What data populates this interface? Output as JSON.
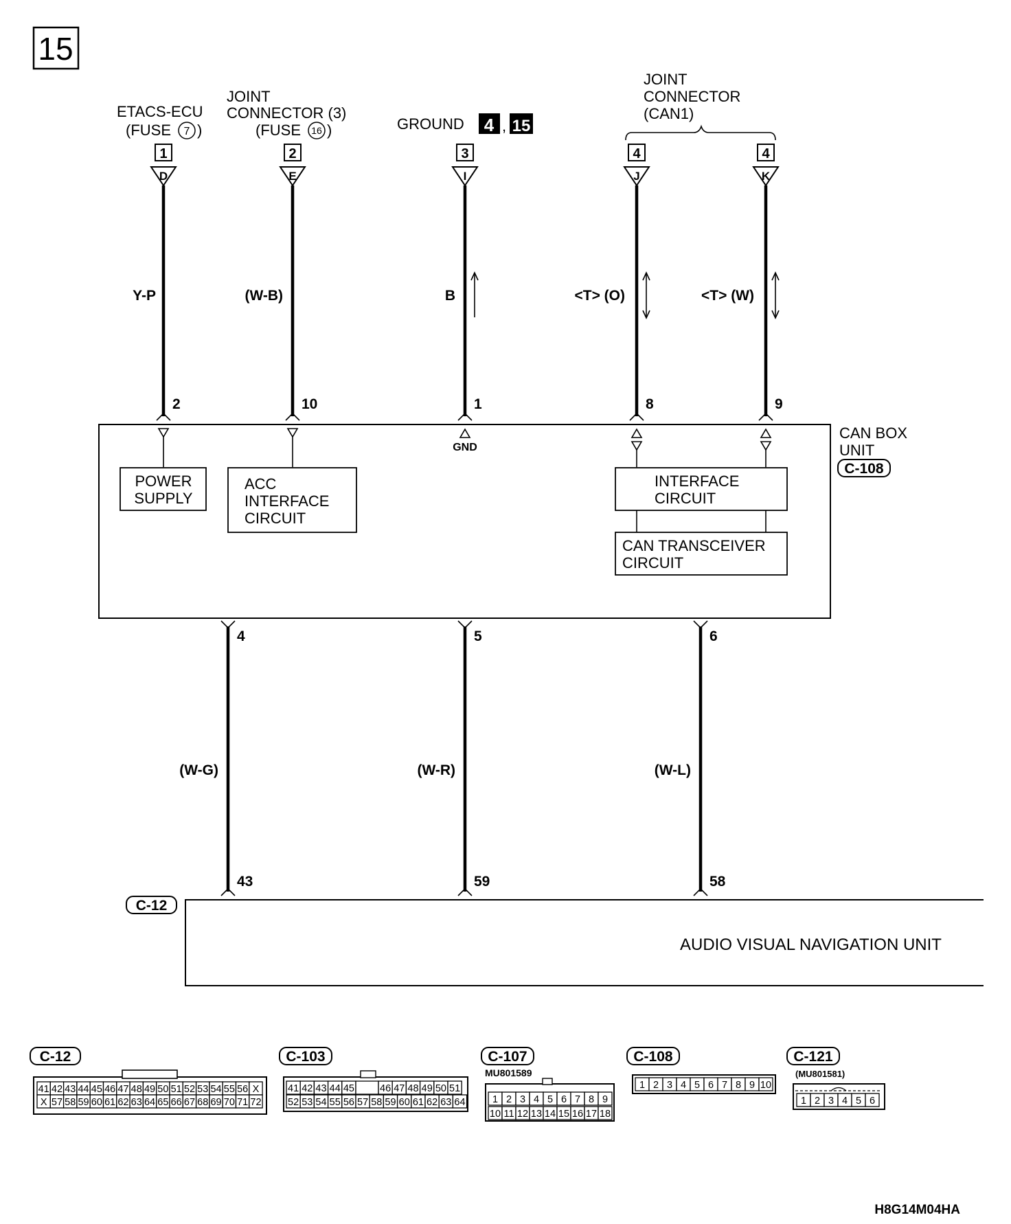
{
  "page_number": "15",
  "sources": [
    {
      "label_lines": [
        "ETACS-ECU",
        "(FUSE",
        ")"
      ],
      "fuse_no": "7",
      "ref": "1",
      "conn_letter": "D",
      "wire": "Y-P",
      "pin": "2"
    },
    {
      "label_lines": [
        "JOINT",
        "CONNECTOR (3)",
        "(FUSE",
        ")"
      ],
      "fuse_no": "16",
      "ref": "2",
      "conn_letter": "E",
      "wire": "(W-B)",
      "pin": "10"
    },
    {
      "label": "GROUND",
      "ground_refs": [
        "4",
        "15"
      ],
      "ref": "3",
      "conn_letter": "I",
      "wire": "B",
      "pin": "1"
    },
    {
      "ref": "4",
      "conn_letter": "J",
      "wire": "<T> (O)",
      "pin": "8"
    },
    {
      "ref": "4",
      "conn_letter": "K",
      "wire": "<T> (W)",
      "pin": "9"
    }
  ],
  "joint_connector_can1": [
    "JOINT",
    "CONNECTOR",
    "(CAN1)"
  ],
  "can_box": {
    "name_lines": [
      "CAN BOX",
      "UNIT"
    ],
    "connector": "C-108",
    "gnd_label": "GND",
    "blocks": {
      "power_supply": [
        "POWER",
        "SUPPLY"
      ],
      "acc_interface": [
        "ACC",
        "INTERFACE",
        "CIRCUIT"
      ],
      "interface": [
        "INTERFACE",
        "CIRCUIT"
      ],
      "can_transceiver": [
        "CAN TRANSCEIVER",
        "CIRCUIT"
      ]
    }
  },
  "lower_wires": [
    {
      "pin_top": "4",
      "wire": "(W-G)",
      "pin_bottom": "43"
    },
    {
      "pin_top": "5",
      "wire": "(W-R)",
      "pin_bottom": "59"
    },
    {
      "pin_top": "6",
      "wire": "(W-L)",
      "pin_bottom": "58"
    }
  ],
  "avn": {
    "connector": "C-12",
    "name": "AUDIO VISUAL NAVIGATION UNIT"
  },
  "connectors": {
    "c12": {
      "label": "C-12",
      "row1": [
        "41",
        "42",
        "43",
        "44",
        "45",
        "46",
        "47",
        "48",
        "49",
        "50",
        "51",
        "52",
        "53",
        "54",
        "55",
        "56",
        "X"
      ],
      "row2": [
        "X",
        "57",
        "58",
        "59",
        "60",
        "61",
        "62",
        "63",
        "64",
        "65",
        "66",
        "67",
        "68",
        "69",
        "70",
        "71",
        "72"
      ]
    },
    "c103": {
      "label": "C-103",
      "row1": [
        "41",
        "42",
        "43",
        "44",
        "45",
        "",
        "46",
        "47",
        "48",
        "49",
        "50",
        "51"
      ],
      "row2": [
        "52",
        "53",
        "54",
        "55",
        "56",
        "57",
        "58",
        "59",
        "60",
        "61",
        "62",
        "63",
        "64"
      ]
    },
    "c107": {
      "label": "C-107",
      "part": "MU801589",
      "row1": [
        "1",
        "2",
        "3",
        "4",
        "5",
        "6",
        "7",
        "8",
        "9"
      ],
      "row2": [
        "10",
        "11",
        "12",
        "13",
        "14",
        "15",
        "16",
        "17",
        "18"
      ]
    },
    "c108": {
      "label": "C-108",
      "row1": [
        "1",
        "2",
        "3",
        "4",
        "5",
        "6",
        "7",
        "8",
        "9",
        "10"
      ]
    },
    "c121": {
      "label": "C-121",
      "part": "(MU801581)",
      "row1": [
        "1",
        "2",
        "3",
        "4",
        "5",
        "6"
      ]
    }
  },
  "figure_code": "H8G14M04HA"
}
